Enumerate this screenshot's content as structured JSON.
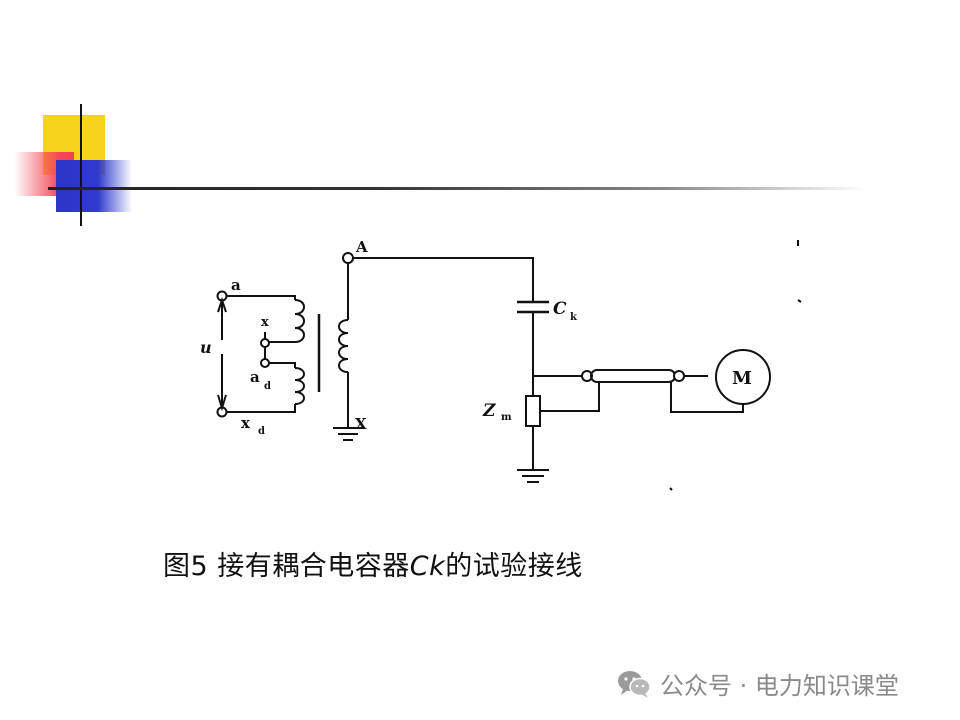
{
  "diagram": {
    "labels": {
      "A": "A",
      "X": "X",
      "a": "a",
      "x": "x",
      "ad_main": "a",
      "ad_sub": "d",
      "xd_main": "x",
      "xd_sub": "d",
      "u": "u",
      "ck_main": "C",
      "ck_sub": "k",
      "zm_main": "Z",
      "zm_sub": "m",
      "motor": "M"
    }
  },
  "caption": {
    "prefix": "图5  接有耦合电容器",
    "ck": "Ck",
    "suffix": "的试验接线"
  },
  "watermark": {
    "text": "公众号 · 电力知识课堂"
  }
}
